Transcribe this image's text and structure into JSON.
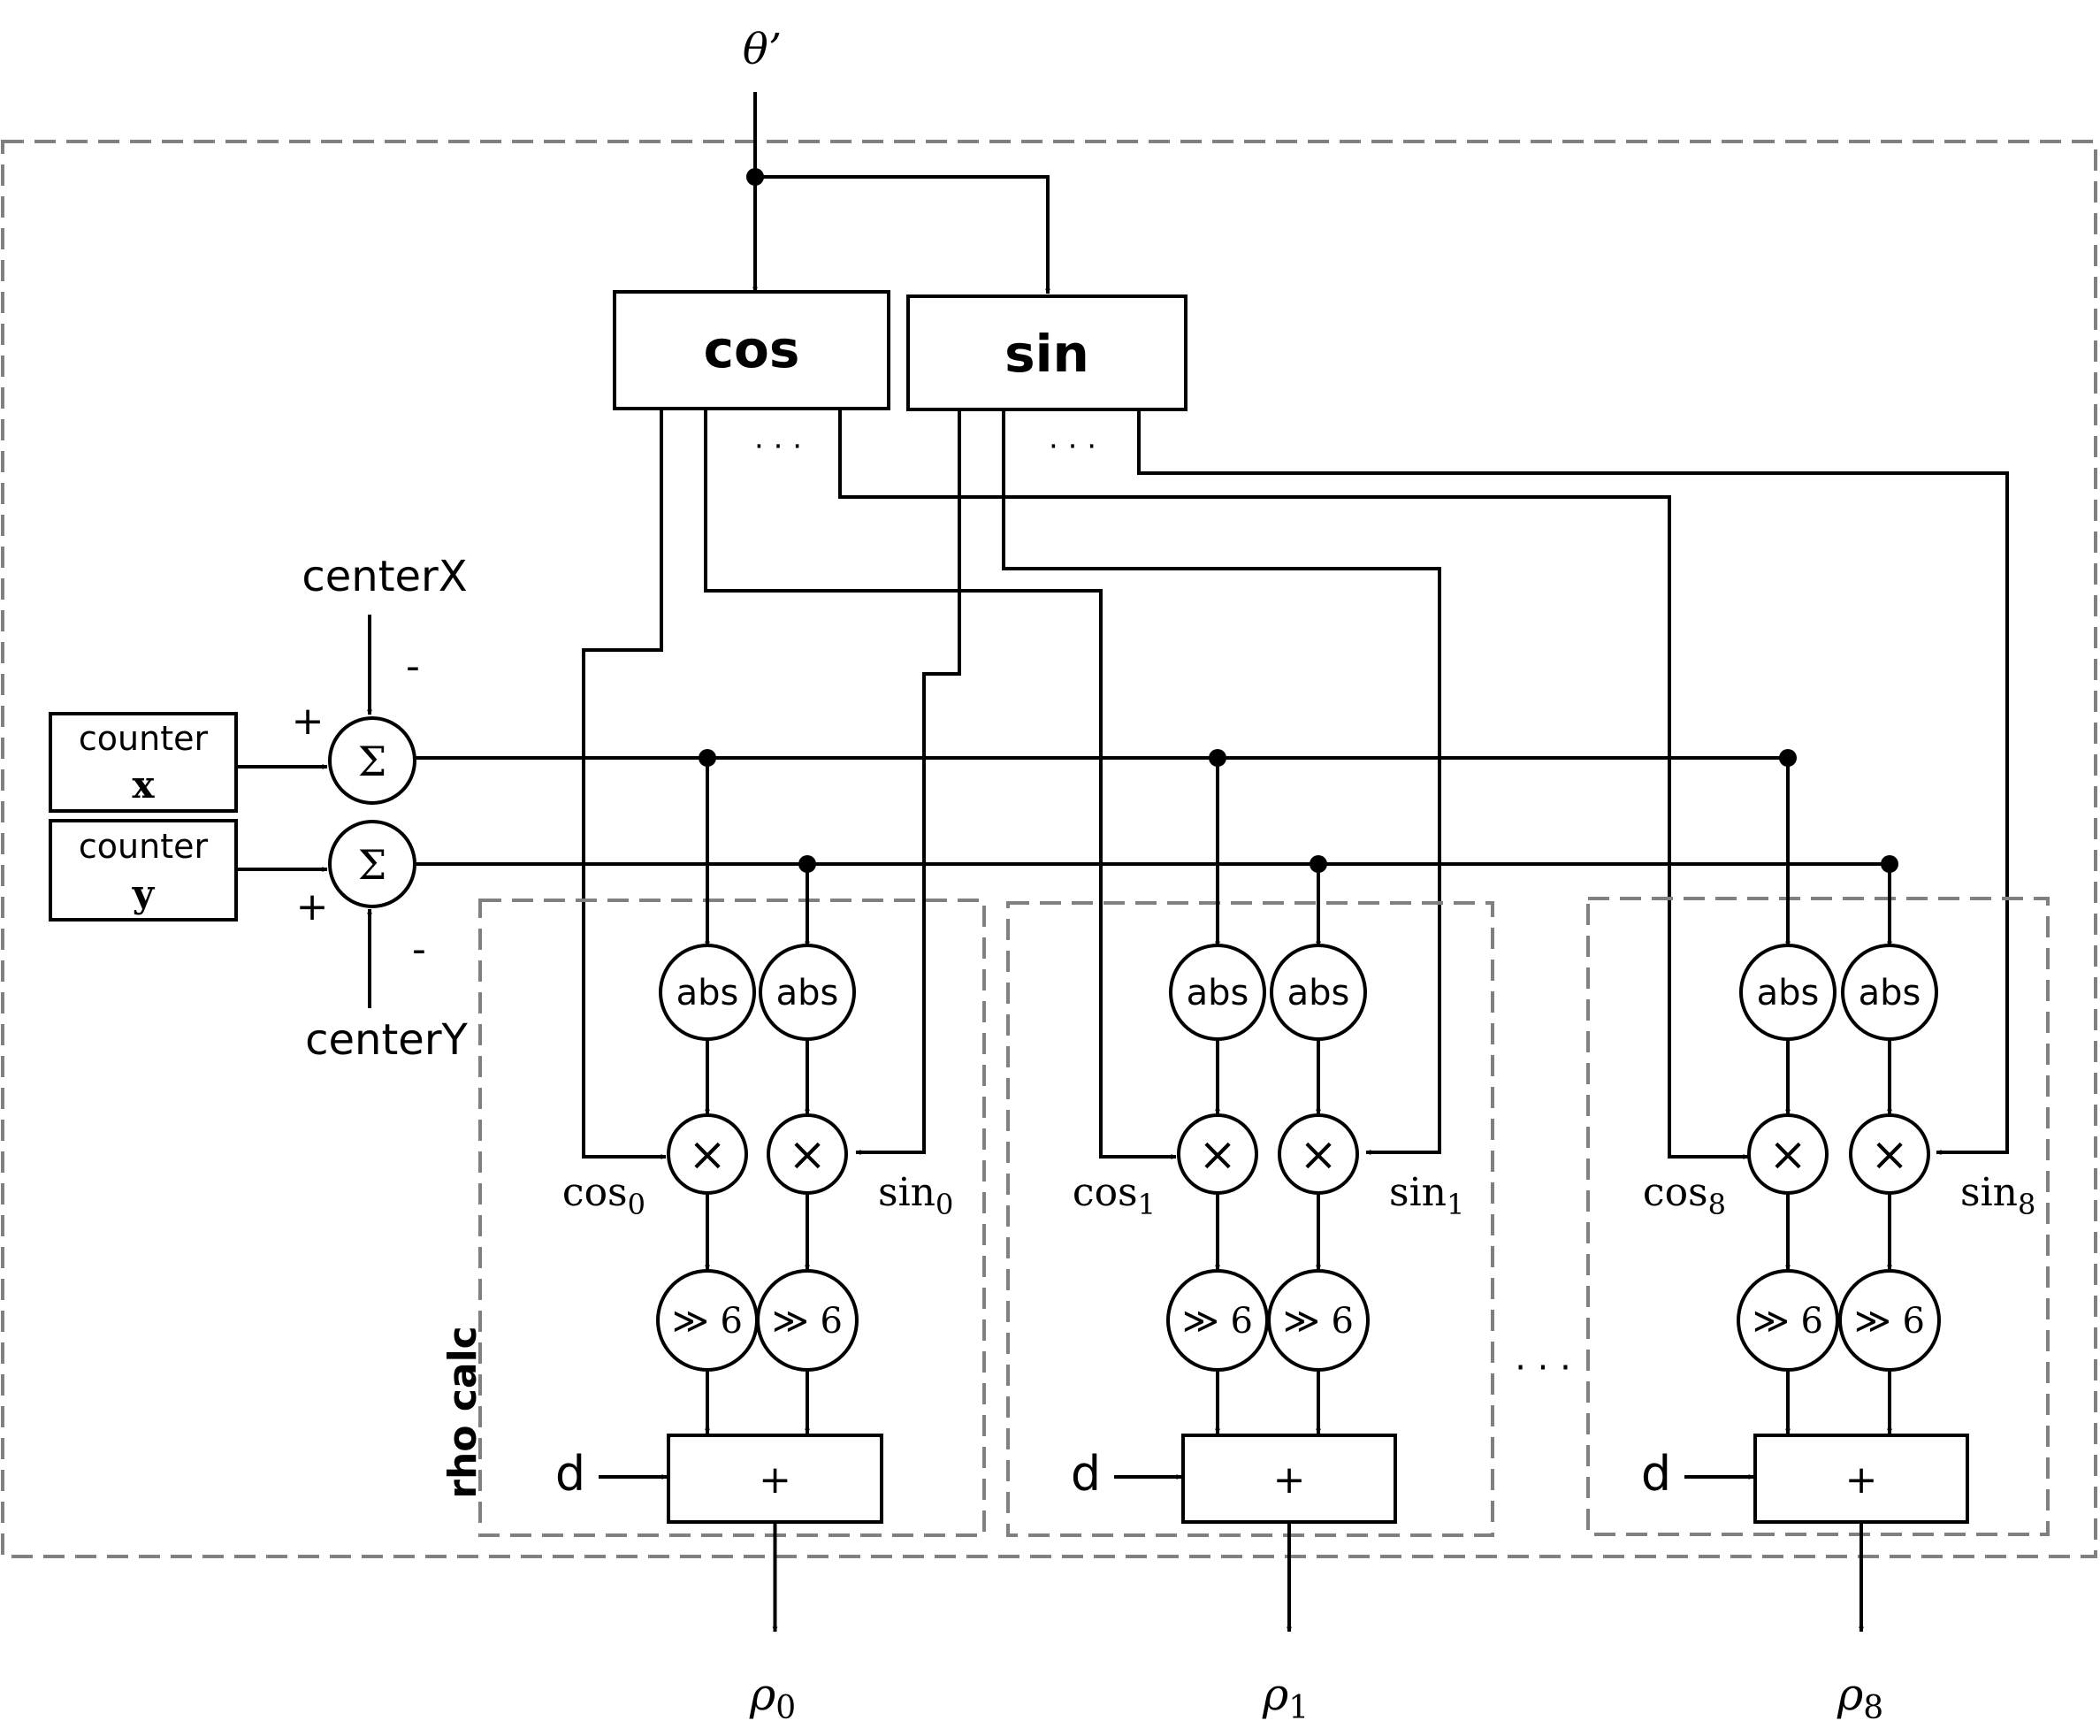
{
  "input": {
    "theta": "θ’"
  },
  "blocks": {
    "cos": "cos",
    "sin": "sin"
  },
  "ellipsis": "· · ·",
  "counters": {
    "x": {
      "title": "counter",
      "var": "x"
    },
    "y": {
      "title": "counter",
      "var": "y"
    }
  },
  "center": {
    "x": "centerX",
    "y": "centerY"
  },
  "signs": {
    "plus": "+",
    "minus": "-"
  },
  "sum_symbol": "Σ",
  "region_label": "rho calc",
  "ops": {
    "abs": "abs",
    "mul": "×",
    "shift": "≫ 6",
    "add": "+",
    "d": "d"
  },
  "lanes": [
    {
      "cos_base": "cos",
      "cos_sub": "0",
      "sin_base": "sin",
      "sin_sub": "0",
      "rho_base": "ρ",
      "rho_sub": "0"
    },
    {
      "cos_base": "cos",
      "cos_sub": "1",
      "sin_base": "sin",
      "sin_sub": "1",
      "rho_base": "ρ",
      "rho_sub": "1"
    },
    {
      "cos_base": "cos",
      "cos_sub": "8",
      "sin_base": "sin",
      "sin_sub": "8",
      "rho_base": "ρ",
      "rho_sub": "8"
    }
  ]
}
